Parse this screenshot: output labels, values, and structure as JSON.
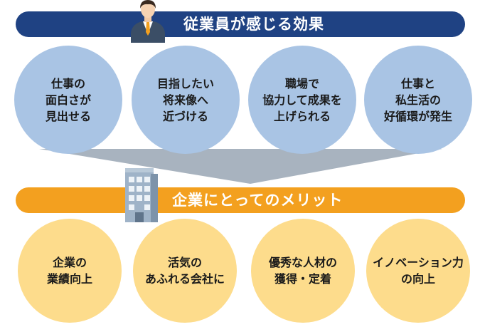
{
  "employee_section": {
    "title": "従業員が感じる効果",
    "effects": [
      "仕事の\n面白さが\n見出せる",
      "目指したい\n将来像へ\n近づける",
      "職場で\n協力して成果を\n上げられる",
      "仕事と\n私生活の\n好循環が発生"
    ]
  },
  "company_section": {
    "title": "企業にとってのメリット",
    "merits": [
      "企業の\n業績向上",
      "活気の\nあふれる会社に",
      "優秀な人材の\n獲得・定着",
      "イノベーション力\nの向上"
    ]
  },
  "colors": {
    "navy_bar": "#1f4283",
    "orange_bar": "#f3a01f",
    "blue_circle": "#a9c4e4",
    "yellow_circle": "#fddc8c",
    "funnel": "#a8b3bf"
  },
  "icons": {
    "employee": "businessman-icon",
    "company": "office-building-icon"
  }
}
